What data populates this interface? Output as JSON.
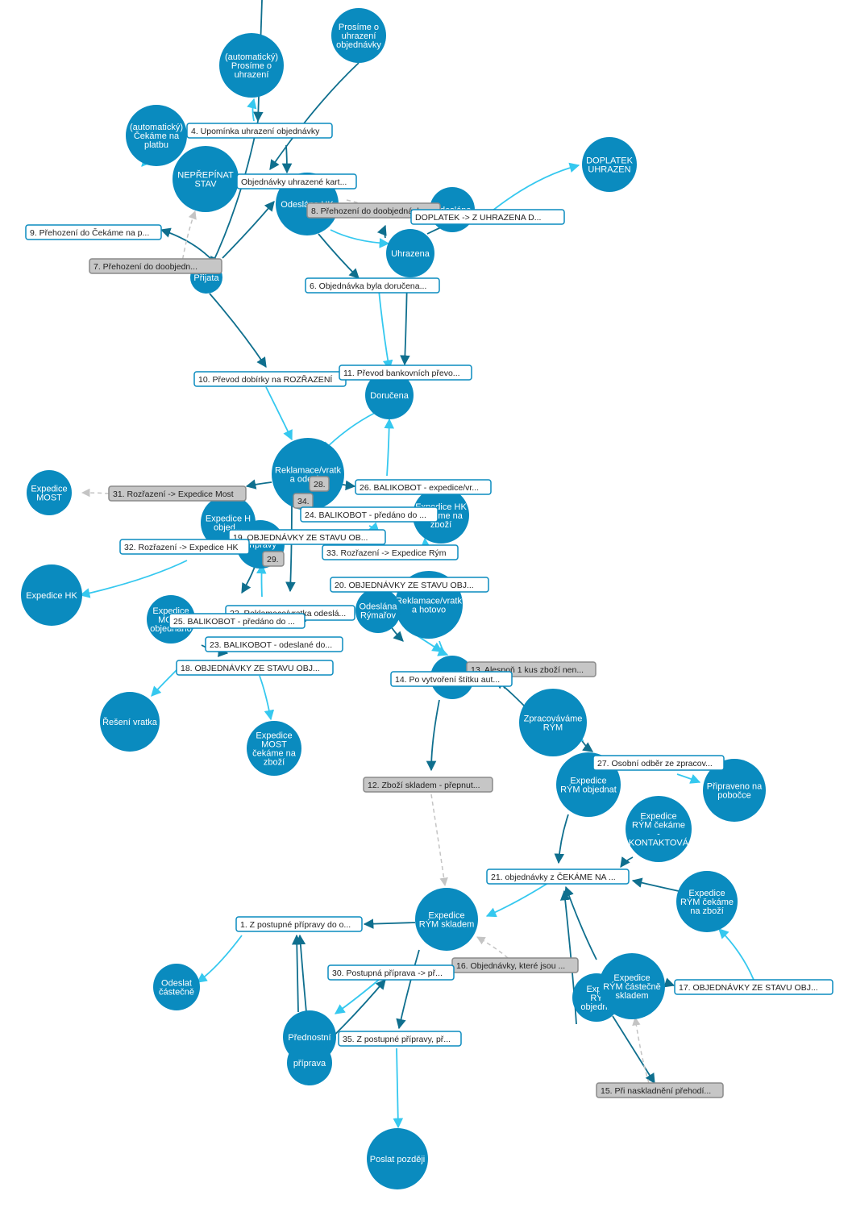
{
  "colors": {
    "node_fill": "#0a8bbf",
    "edge_dark": "#0f6f8e",
    "edge_light": "#35c8ef",
    "edge_dashed": "#c4c4c4",
    "label_border_active": "#0a8bbf",
    "label_bg_inactive": "#c6c6c6",
    "label_border_inactive": "#8a8a8a"
  },
  "nodes": [
    {
      "id": "prosime_uhrazeni_obj",
      "lines": [
        "Prosíme o",
        "uhrazení",
        "objednávky"
      ]
    },
    {
      "id": "auto_prosime",
      "lines": [
        "(automatický)",
        "Prosíme o",
        "uhrazení"
      ]
    },
    {
      "id": "auto_cekame",
      "lines": [
        "(automatický)",
        "Čekáme na",
        "platbu"
      ]
    },
    {
      "id": "neprepinat",
      "lines": [
        "NEPŘEPÍNAT",
        "STAV"
      ]
    },
    {
      "id": "doplatek_uhrazen",
      "lines": [
        "DOPLATEK",
        "UHRAZEN"
      ]
    },
    {
      "id": "odeslana_hk",
      "lines": [
        "Odeslána HK"
      ]
    },
    {
      "id": "odeslana",
      "lines": [
        "Odeslána"
      ]
    },
    {
      "id": "uhrazena",
      "lines": [
        "Uhrazena"
      ]
    },
    {
      "id": "prijata",
      "lines": [
        "Přijata"
      ]
    },
    {
      "id": "dorucena",
      "lines": [
        "Doručena"
      ]
    },
    {
      "id": "reklamace_odeslana",
      "lines": [
        "Reklamace/vratk",
        "a odesl..."
      ]
    },
    {
      "id": "expedice_most",
      "lines": [
        "Expedice",
        "MOST"
      ]
    },
    {
      "id": "expedice_hk_objed",
      "lines": [
        "Expedice H",
        "objed..."
      ]
    },
    {
      "id": "expedice_hk_zbozi",
      "lines": [
        "Expedice HK",
        "čekáme na",
        "zboží"
      ]
    },
    {
      "id": "pripravy",
      "lines": [
        "přípravy"
      ]
    },
    {
      "id": "expedice_hk",
      "lines": [
        "Expedice HK"
      ]
    },
    {
      "id": "expedice_most_objed",
      "lines": [
        "Expedice",
        "MOST",
        "objednáno"
      ]
    },
    {
      "id": "reklamace_hotovo",
      "lines": [
        "Reklamace/vratk",
        "a hotovo"
      ]
    },
    {
      "id": "odeslana_rymarov",
      "lines": [
        "Odeslána",
        "Rýmařov"
      ]
    },
    {
      "id": "rym_small",
      "lines": [
        ""
      ]
    },
    {
      "id": "reseni_vratka",
      "lines": [
        "Řešení vratka"
      ]
    },
    {
      "id": "expedice_most_zbozi",
      "lines": [
        "Expedice",
        "MOST",
        "čekáme na",
        "zboží"
      ]
    },
    {
      "id": "zpracovavame_rym",
      "lines": [
        "Zpracováváme",
        "RÝM"
      ]
    },
    {
      "id": "expedice_rym_objednat",
      "lines": [
        "Expedice",
        "RÝM objednat"
      ]
    },
    {
      "id": "pripraveno_pobocce",
      "lines": [
        "Připraveno na",
        "pobočce"
      ]
    },
    {
      "id": "expedice_rym_kontaktova",
      "lines": [
        "Expedice",
        "RÝM čekáme",
        "-",
        "KONTAKTOVÁ"
      ]
    },
    {
      "id": "expedice_rym_zbozi",
      "lines": [
        "Expedice",
        "RÝM čekáme",
        "na zboží"
      ]
    },
    {
      "id": "expedice_rym_skladem",
      "lines": [
        "Expedice",
        "RÝM skladem"
      ]
    },
    {
      "id": "odeslat_castecne",
      "lines": [
        "Odeslat",
        "částečně"
      ]
    },
    {
      "id": "expedice_rym_objedna2",
      "lines": [
        "Expe",
        "RÝ",
        "objedna"
      ]
    },
    {
      "id": "expedice_rym_castecne",
      "lines": [
        "Expedice",
        "RÝM částečně",
        "skladem"
      ]
    },
    {
      "id": "prednostni",
      "lines": [
        "Přednostní"
      ]
    },
    {
      "id": "pripravu_priprava",
      "lines": [
        "příprava"
      ]
    },
    {
      "id": "poslat_pozdeji",
      "lines": [
        "Poslat později"
      ]
    }
  ],
  "rules": [
    {
      "id": "r4",
      "text": "4. Upomínka uhrazení objednávky",
      "active": true
    },
    {
      "id": "r_kart",
      "text": "Objednávky uhrazené kart...",
      "active": true
    },
    {
      "id": "r8",
      "text": "8. Přehození do doobjednávk...",
      "active": false
    },
    {
      "id": "r_doplatek",
      "text": "DOPLATEK -> Z UHRAZENA D...",
      "active": true
    },
    {
      "id": "r9",
      "text": "9. Přehození do Čekáme na p...",
      "active": true
    },
    {
      "id": "r7",
      "text": "7. Přehození do doobjedn...",
      "active": false
    },
    {
      "id": "r6",
      "text": "6. Objednávka byla doručena...",
      "active": true
    },
    {
      "id": "r10",
      "text": "10. Převod dobírky na ROZŘAZENÍ",
      "active": true
    },
    {
      "id": "r11",
      "text": "11. Převod bankovních převo...",
      "active": true
    },
    {
      "id": "r31",
      "text": "31. Rozřazení -> Expedice Most",
      "active": false
    },
    {
      "id": "r28",
      "text": "28.",
      "active": false
    },
    {
      "id": "r26",
      "text": "26. BALIKOBOT - expedice/vr...",
      "active": true
    },
    {
      "id": "r34",
      "text": "34.",
      "active": false
    },
    {
      "id": "r24",
      "text": "24. BALIKOBOT - předáno do ...",
      "active": true
    },
    {
      "id": "r19",
      "text": "19. OBJEDNÁVKY ZE STAVU OB...",
      "active": true
    },
    {
      "id": "r32",
      "text": "32. Rozřazení -> Expedice HK",
      "active": true
    },
    {
      "id": "r29",
      "text": "29.",
      "active": false
    },
    {
      "id": "r33",
      "text": "33. Rozřazení -> Expedice Rým",
      "active": true
    },
    {
      "id": "r20",
      "text": "20. OBJEDNÁVKY ZE STAVU OBJ...",
      "active": true
    },
    {
      "id": "r22",
      "text": "22. Reklamace/vratka odeslá...",
      "active": true
    },
    {
      "id": "r25",
      "text": "25. BALIKOBOT - předáno do ...",
      "active": true
    },
    {
      "id": "r23",
      "text": "23. BALIKOBOT - odeslané do...",
      "active": true
    },
    {
      "id": "r18",
      "text": "18. OBJEDNÁVKY ZE STAVU OBJ...",
      "active": true
    },
    {
      "id": "r13",
      "text": "13. Alespoň 1 kus zboží nen...",
      "active": false
    },
    {
      "id": "r14",
      "text": "14. Po vytvoření štítku aut...",
      "active": true
    },
    {
      "id": "r12",
      "text": "12. Zboží skladem - přepnut...",
      "active": false
    },
    {
      "id": "r27",
      "text": "27. Osobní odběr ze zpracov...",
      "active": true
    },
    {
      "id": "r21",
      "text": "21. objednávky z ČEKÁME NA ...",
      "active": true
    },
    {
      "id": "r1",
      "text": "1. Z postupné přípravy do o...",
      "active": true
    },
    {
      "id": "r16",
      "text": "16. Objednávky, které jsou ...",
      "active": false
    },
    {
      "id": "r30",
      "text": "30. Postupná příprava -> př...",
      "active": true
    },
    {
      "id": "r17",
      "text": "17. OBJEDNÁVKY ZE STAVU OBJ...",
      "active": true
    },
    {
      "id": "r35",
      "text": "35. Z postupné přípravy, př...",
      "active": true
    },
    {
      "id": "r15",
      "text": "15. Při naskladnění přehodí...",
      "active": false
    }
  ]
}
